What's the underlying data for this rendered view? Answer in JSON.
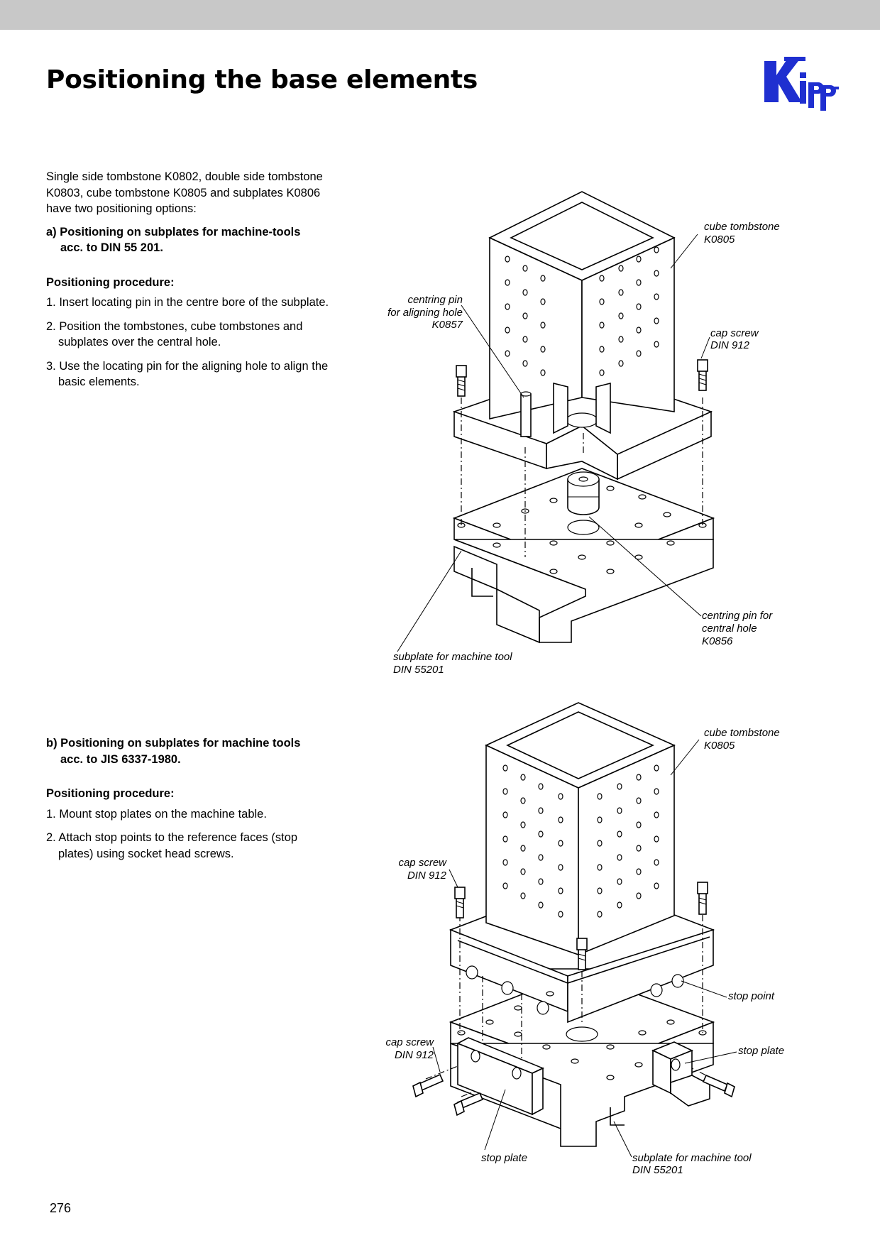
{
  "page": {
    "title": "Positioning the base elements",
    "page_number": "276"
  },
  "logo": {
    "text": "Kipp",
    "color": "#1f2fd0"
  },
  "section_intro": {
    "lines": [
      "Single side tombstone K0802, double side tombstone",
      "K0803, cube tombstone K0805 and subplates K0806",
      "have two positioning options:"
    ]
  },
  "section_a": {
    "heading_line1": "a) Positioning on subplates for machine-tools",
    "heading_line2": "acc. to DIN 55 201.",
    "procedure_title": "Positioning procedure:",
    "steps": [
      "1. Insert locating pin in the centre bore of the subplate.",
      "2. Position the tombstones, cube tombstones and subplates over the central hole.",
      "3. Use the locating pin for the aligning hole to align the basic elements."
    ]
  },
  "section_b": {
    "heading_line1": "b) Positioning on subplates for machine tools",
    "heading_line2": "acc. to JIS 6337-1980.",
    "procedure_title": "Positioning procedure:",
    "steps": [
      "1. Mount stop plates on the machine table.",
      "2. Attach stop points to the reference faces (stop plates) using socket head screws."
    ]
  },
  "figure_a_labels": {
    "cube_1": "cube tombstone",
    "cube_2": "K0805",
    "pin_1": "centring pin",
    "pin_2": "for aligning hole",
    "pin_3": "K0857",
    "screw_1": "cap screw",
    "screw_2": "DIN 912",
    "central_1": "centring pin for",
    "central_2": "central hole",
    "central_3": "K0856",
    "subplate_1": "subplate for machine tool",
    "subplate_2": "DIN 55201"
  },
  "figure_b_labels": {
    "cube_1": "cube tombstone",
    "cube_2": "K0805",
    "screw_a_1": "cap screw",
    "screw_a_2": "DIN 912",
    "stop_point": "stop point",
    "screw_b_1": "cap screw",
    "screw_b_2": "DIN 912",
    "stop_plate_right": "stop plate",
    "stop_plate_bottom": "stop plate",
    "subplate_1": "subplate for machine tool",
    "subplate_2": "DIN 55201"
  }
}
